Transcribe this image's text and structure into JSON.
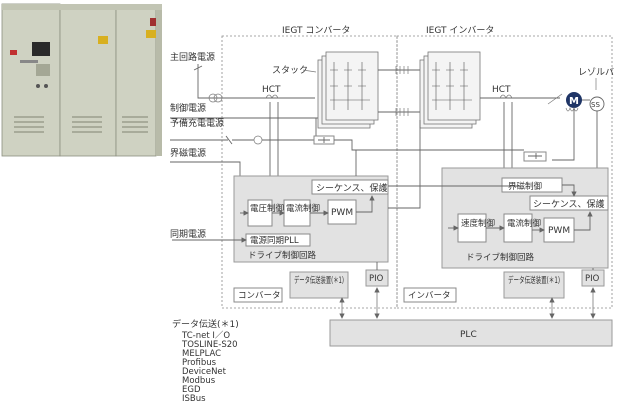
{
  "labels": {
    "main_circuit_power": "主回路電源",
    "control_power": "制御電源",
    "precharge_power": "予備充電電源",
    "field_power": "界磁電源",
    "stack": "スタック",
    "hct_left": "HCT",
    "hct_right": "HCT",
    "converter_title": "IEGT コンバータ",
    "inverter_title": "IEGT インバータ",
    "resolver": "レゾルバ",
    "motor": "M",
    "ss": "SS",
    "sync_power": "同期電源",
    "voltage_ctrl": "電圧制御",
    "current_ctrl_left": "電流制御",
    "pwm_left": "PWM",
    "sequence_protect_left": "シーケンス、保護",
    "pll": "電源同期PLL",
    "drive_ctrl_left": "ドライブ制御回路",
    "data_tx_left": "データ伝送装置(＊1)",
    "pio_left": "PIO",
    "converter": "コンバータ",
    "field_ctrl": "界磁制御",
    "sequence_protect_right": "シーケンス、保護",
    "speed_ctrl": "速度制御",
    "current_ctrl_right": "電流制御",
    "pwm_right": "PWM",
    "drive_ctrl_right": "ドライブ制御回路",
    "data_tx_right": "データ伝送装置(＊1)",
    "pio_right": "PIO",
    "inverter": "インバータ",
    "plc": "PLC"
  },
  "data_transmission": {
    "title": "データ伝送(＊1)",
    "protocols": [
      "TC-net I／O",
      "TOSLINE-S20",
      "MELPLAC",
      "Profibus",
      "DeviceNet",
      "Modbus",
      "EGD",
      "ISBus"
    ]
  },
  "colors": {
    "panel_fill": "#e2e2e2",
    "cabinet": "#cfd2c2",
    "motor": "#1f3566"
  }
}
